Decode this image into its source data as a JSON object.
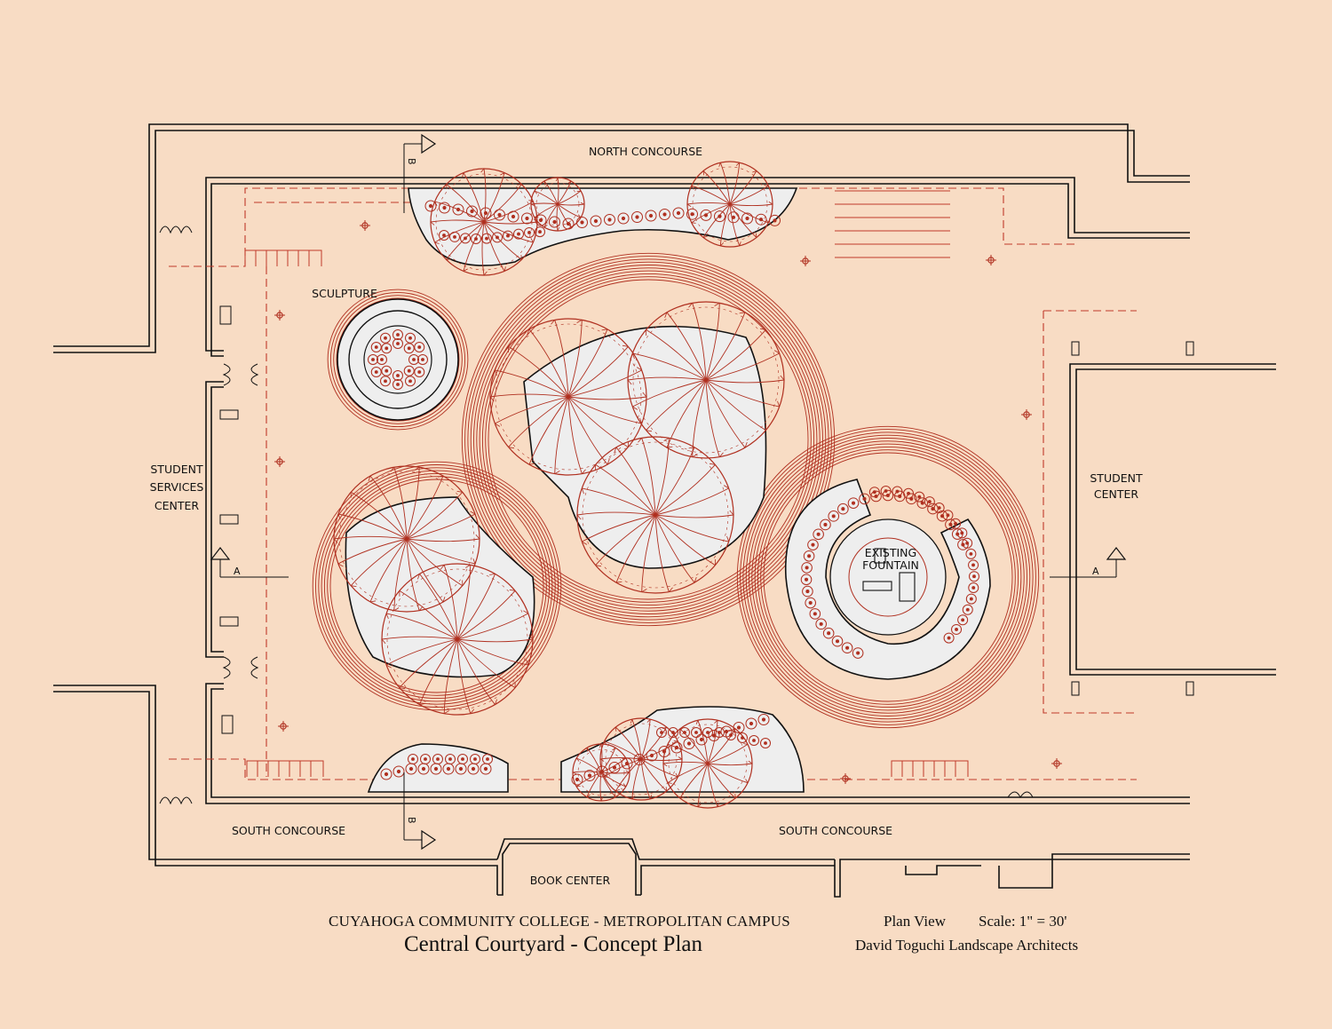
{
  "labels": {
    "north_concourse": "NORTH CONCOURSE",
    "sculpture": "SCULPTURE",
    "student_services_1": "STUDENT",
    "student_services_2": "SERVICES",
    "student_services_3": "CENTER",
    "student_center_1": "STUDENT",
    "student_center_2": "CENTER",
    "existing_fountain_1": "EXISTING",
    "existing_fountain_2": "FOUNTAIN",
    "south_concourse_left": "SOUTH CONCOURSE",
    "south_concourse_right": "SOUTH CONCOURSE",
    "book_center": "BOOK CENTER",
    "section_a": "A",
    "section_b": "B"
  },
  "title_block": {
    "institution": "CUYAHOGA COMMUNITY COLLEGE  -  METROPOLITAN CAMPUS",
    "title": "Central Courtyard  -  Concept Plan",
    "view": "Plan View",
    "scale": "Scale: 1\" = 30'",
    "firm": "David Toguchi Landscape Architects"
  },
  "colors": {
    "background": "#f8dcc4",
    "linework": "#111111",
    "planting": "#b03020",
    "planter_fill": "#eeeeee"
  }
}
